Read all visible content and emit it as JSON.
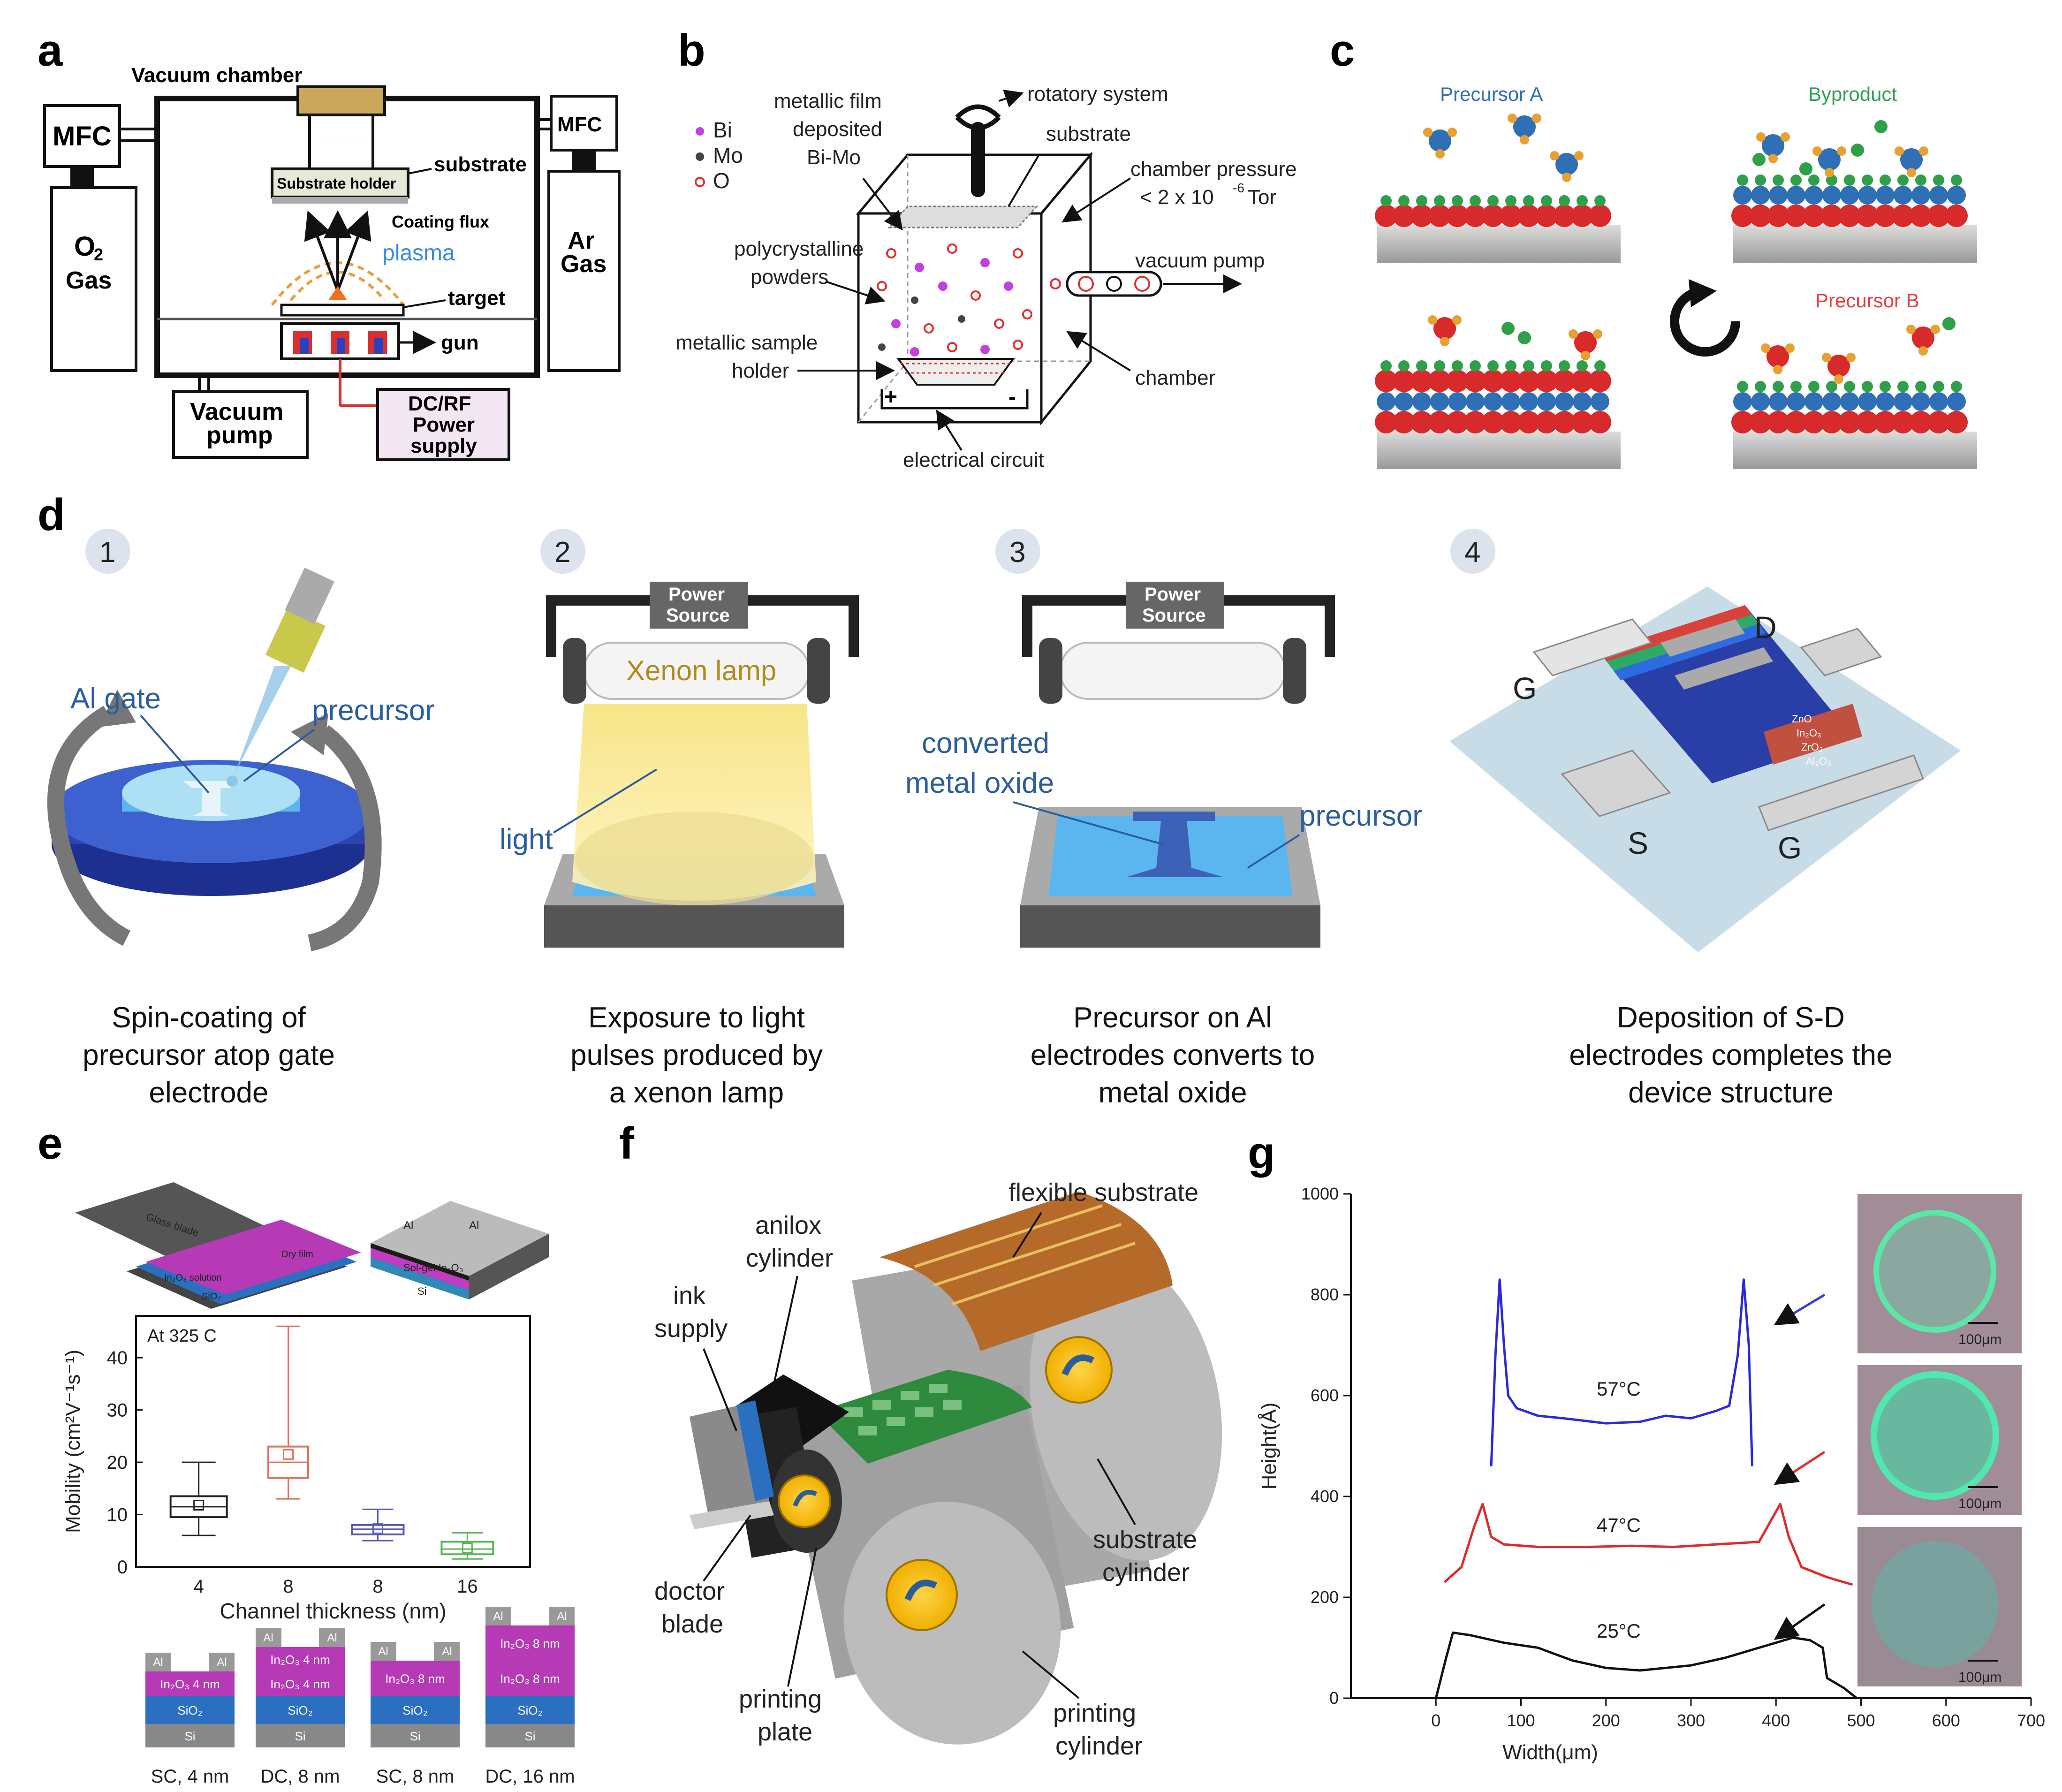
{
  "panels": {
    "a": "a",
    "b": "b",
    "c": "c",
    "d": "d",
    "e": "e",
    "f": "f",
    "g": "g"
  },
  "a": {
    "vacuum_chamber": "Vacuum chamber",
    "mfc_left": "MFC",
    "mfc_right": "MFC",
    "o2_gas_1": "O",
    "o2_gas_sub": "2",
    "o2_gas_2": "Gas",
    "ar_gas_1": "Ar",
    "ar_gas_2": "Gas",
    "substrate_holder": "Substrate holder",
    "substrate": "substrate",
    "coating_flux": "Coating flux",
    "plasma": "plasma",
    "target": "target",
    "gun": "gun",
    "vacuum_pump_1": "Vacuum",
    "vacuum_pump_2": "pump",
    "dcrf_1": "DC/RF",
    "dcrf_2": "Power",
    "dcrf_3": "supply"
  },
  "b": {
    "legend": [
      "Bi",
      "Mo",
      "O"
    ],
    "legend_colors": [
      "#c040e0",
      "#444444",
      "#e03030"
    ],
    "metallic_film_1": "metallic film",
    "metallic_film_2": "deposited",
    "metallic_film_3": "Bi-Mo",
    "rotatory": "rotatory system",
    "substrate": "substrate",
    "chamber_pressure_1": "chamber pressure",
    "chamber_pressure_2": "< 2 x 10",
    "chamber_pressure_exp": "-6",
    "chamber_pressure_3": " Tor",
    "poly_1": "polycrystalline",
    "poly_2": "powders",
    "vacuum_pump": "vacuum pump",
    "holder_1": "metallic sample",
    "holder_2": "holder",
    "chamber": "chamber",
    "plus": "+",
    "minus": "-",
    "circuit": "electrical circuit"
  },
  "c": {
    "precursor_a": "Precursor A",
    "byproduct": "Byproduct",
    "precursor_b": "Precursor B",
    "colors": {
      "precursor_a": "#2f6fb5",
      "byproduct": "#2e9e50",
      "precursor_b": "#e04040"
    }
  },
  "d": {
    "steps": [
      {
        "num": "1",
        "cap": [
          "Spin-coating of",
          "precursor atop gate",
          "electrode"
        ]
      },
      {
        "num": "2",
        "cap": [
          "Exposure to light",
          "pulses produced by",
          "a xenon lamp"
        ]
      },
      {
        "num": "3",
        "cap": [
          "Precursor on Al",
          "electrodes converts to",
          "metal oxide"
        ]
      },
      {
        "num": "4",
        "cap": [
          "Deposition of S-D",
          "electrodes completes the",
          "device structure"
        ]
      }
    ],
    "al_gate": "Al gate",
    "precursor": "precursor",
    "power_1": "Power",
    "power_2": "Source",
    "xenon": "Xenon lamp",
    "light": "light",
    "converted_1": "converted",
    "converted_2": "metal oxide",
    "precursor_3": "precursor",
    "g_left": "G",
    "d": "D",
    "s": "S",
    "g_right": "G",
    "layers": [
      "ZnO",
      "In₂O₃",
      "ZrO₂",
      "Al₂O₃"
    ]
  },
  "e": {
    "glass_blade": "Glass blade",
    "in2o3_solution": "In₂O₃ solution",
    "dry_film": "Dry film",
    "sio2": "SiO₂",
    "si": "Si",
    "al": "Al",
    "solgel": "Sol-gel In₂O₃",
    "bottom_labels": [
      "SC, 4 nm",
      "DC, 8 nm",
      "SC, 8 nm",
      "DC, 16 nm"
    ],
    "stack_layers": [
      [
        "In₂O₃ 4 nm"
      ],
      [
        "In₂O₃ 4 nm",
        "In₂O₃ 4 nm"
      ],
      [
        "In₂O₃ 8 nm"
      ],
      [
        "In₂O₃ 8 nm",
        "In₂O₃ 8 nm"
      ]
    ]
  },
  "f": {
    "flexible": "flexible substrate",
    "anilox_1": "anilox",
    "anilox_2": "cylinder",
    "ink_1": "ink",
    "ink_2": "supply",
    "doctor_1": "doctor",
    "doctor_2": "blade",
    "substrate_cyl_1": "substrate",
    "substrate_cyl_2": "cylinder",
    "printing_plate_1": "printing",
    "printing_plate_2": "plate",
    "printing_cyl_1": "printing",
    "printing_cyl_2": "cylinder"
  },
  "g": {
    "micro_scale": "100μm"
  },
  "chart_data": [
    {
      "type": "box",
      "annotation": "At 325 C",
      "xlabel": "Channel thickness (nm)",
      "ylabel": "Mobility (cm²V⁻¹s⁻¹)",
      "ylim": [
        0,
        48
      ],
      "yticks": [
        0,
        10,
        20,
        30,
        40
      ],
      "categories": [
        "4",
        "8",
        "8",
        "16"
      ],
      "colors": [
        "#222222",
        "#e0705a",
        "#5a5ab5",
        "#5ab55a"
      ],
      "boxes": [
        {
          "min": 6,
          "q1": 9.5,
          "median": 11.5,
          "q3": 13.5,
          "max": 20,
          "mean": 11.8
        },
        {
          "min": 13,
          "q1": 17,
          "median": 20,
          "q3": 23,
          "max": 46,
          "mean": 21.5
        },
        {
          "min": 5,
          "q1": 6.2,
          "median": 7.2,
          "q3": 8,
          "max": 11,
          "mean": 7.3
        },
        {
          "min": 1.5,
          "q1": 2.4,
          "median": 3.4,
          "q3": 4.8,
          "max": 6.5,
          "mean": 3.6
        }
      ]
    },
    {
      "type": "line",
      "xlabel": "Width(μm)",
      "ylabel": "Height(Å)",
      "xlim": [
        -100,
        700
      ],
      "ylim": [
        0,
        1000
      ],
      "xticks": [
        0,
        100,
        200,
        300,
        400,
        500,
        600,
        700
      ],
      "yticks": [
        0,
        200,
        400,
        600,
        800,
        1000
      ],
      "series": [
        {
          "name": "57°C",
          "color": "#2a2ad8",
          "x": [
            65,
            70,
            75,
            80,
            85,
            95,
            120,
            150,
            200,
            240,
            270,
            300,
            330,
            345,
            355,
            362,
            368,
            372
          ],
          "y": [
            460,
            680,
            830,
            700,
            600,
            575,
            560,
            555,
            545,
            548,
            560,
            555,
            570,
            580,
            680,
            830,
            700,
            460
          ]
        },
        {
          "name": "47°C",
          "color": "#e02a2a",
          "x": [
            10,
            30,
            45,
            55,
            65,
            80,
            120,
            180,
            230,
            280,
            330,
            380,
            395,
            405,
            415,
            430,
            460,
            490
          ],
          "y": [
            230,
            260,
            340,
            385,
            320,
            305,
            300,
            300,
            302,
            300,
            305,
            310,
            355,
            385,
            320,
            260,
            240,
            225
          ]
        },
        {
          "name": "25°C",
          "color": "#111111",
          "x": [
            0,
            12,
            20,
            40,
            80,
            120,
            160,
            200,
            240,
            270,
            300,
            340,
            380,
            420,
            440,
            455,
            460,
            480,
            495
          ],
          "y": [
            0,
            80,
            130,
            125,
            110,
            100,
            75,
            60,
            55,
            60,
            65,
            80,
            100,
            120,
            115,
            100,
            40,
            20,
            0
          ]
        }
      ]
    }
  ]
}
